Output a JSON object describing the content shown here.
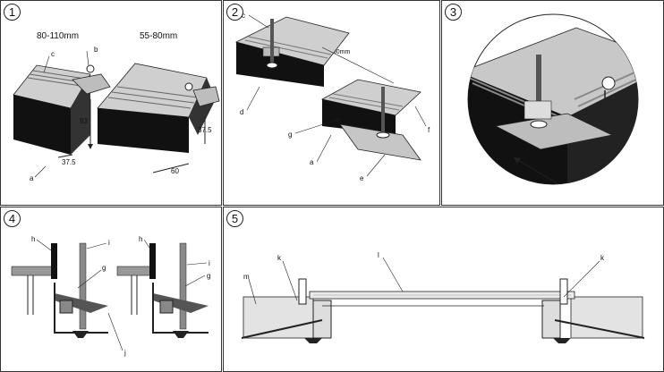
{
  "panels": {
    "p1": {
      "number": "1",
      "width_a": "80-110mm",
      "width_b": "55-80mm",
      "labels": {
        "a": "a",
        "b": "b",
        "c": "c"
      },
      "dims": {
        "d1": "37.5",
        "d2": "60",
        "d3": "93",
        "d4": "37.5"
      }
    },
    "p2": {
      "number": "2",
      "spacing": "600mm",
      "labels": {
        "a": "a",
        "c": "c",
        "d": "d",
        "e": "e",
        "f": "f",
        "g": "g"
      }
    },
    "p3": {
      "number": "3"
    },
    "p4": {
      "number": "4",
      "labels": {
        "h": "h",
        "i": "i",
        "g": "g",
        "j": "j"
      }
    },
    "p5": {
      "number": "5",
      "labels": {
        "m": "m",
        "k": "k",
        "l": "l"
      }
    }
  },
  "colors": {
    "line": "#222222",
    "dark": "#111111",
    "metal": "#c8c8c8",
    "metal_dark": "#8a8a8a",
    "insulation": "#e3e3e3"
  }
}
